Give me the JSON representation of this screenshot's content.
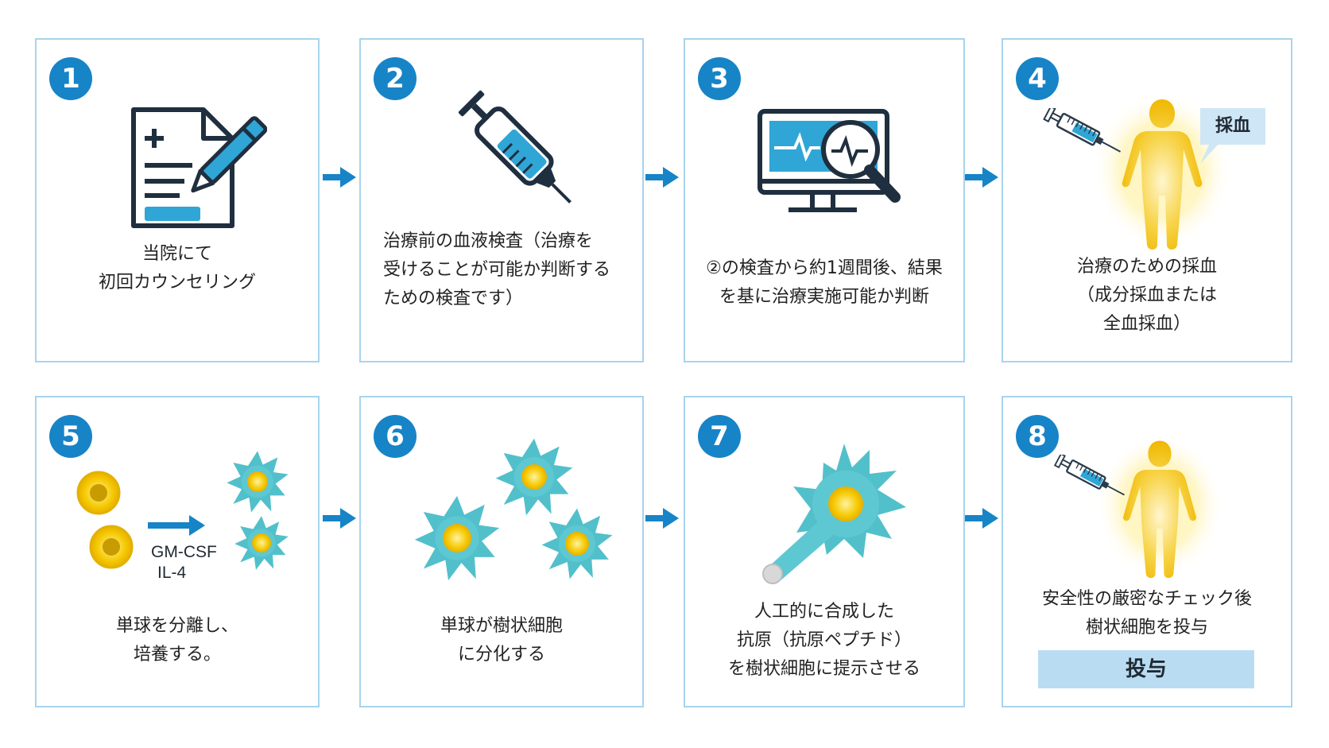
{
  "steps": [
    {
      "number": "1",
      "lines": [
        "当院にて",
        "初回カウンセリング"
      ],
      "icon": "document-pen-icon"
    },
    {
      "number": "2",
      "lines": [
        "治療前の血液検査（治療を",
        "受けることが可能か判断する",
        "ための検査です）"
      ],
      "icon": "syringe-icon"
    },
    {
      "number": "3",
      "lines": [
        "②の検査から約1週間後、結果",
        "を基に治療実施可能か判断"
      ],
      "icon": "monitor-magnifier-icon"
    },
    {
      "number": "4",
      "lines": [
        "治療のための採血",
        "（成分採血または",
        "全血採血）"
      ],
      "icon": "body-syringe-icon",
      "callout": "採血"
    },
    {
      "number": "5",
      "lines": [
        "単球を分離し、",
        "培養する。"
      ],
      "icon": "cell-culture-icon",
      "labels": [
        "GM-CSF",
        "IL-4"
      ]
    },
    {
      "number": "6",
      "lines": [
        "単球が樹状細胞",
        "に分化する"
      ],
      "icon": "dendritic-cells-icon"
    },
    {
      "number": "7",
      "lines": [
        "人工的に合成した",
        "抗原（抗原ペプチド）",
        "を樹状細胞に提示させる"
      ],
      "icon": "antigen-presentation-icon"
    },
    {
      "number": "8",
      "lines": [
        "安全性の厳密なチェック後",
        "樹状細胞を投与"
      ],
      "icon": "body-syringe-icon",
      "button": "投与"
    }
  ],
  "colors": {
    "accent": "#1784c7",
    "border": "#a9d3ec",
    "cell_teal": "#4fbfcb",
    "cell_core": "#f2c400",
    "body_yellow": "#f4c21a",
    "callout_bg": "#cfe6f6"
  }
}
